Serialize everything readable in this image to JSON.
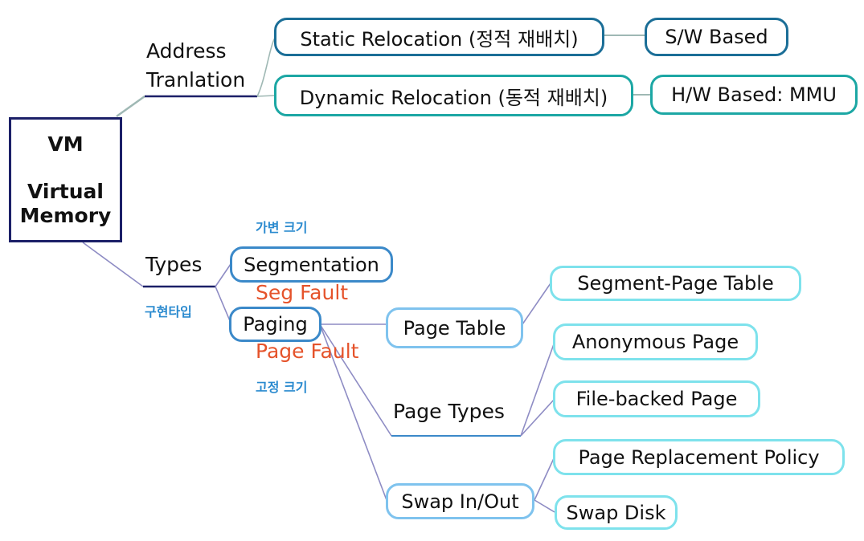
{
  "root": {
    "line1": "VM",
    "line2": "Virtual",
    "line3": "Memory"
  },
  "branches": {
    "address": {
      "line1": "Address",
      "line2": "Tranlation"
    },
    "types": "Types"
  },
  "nodes": {
    "static_relocation": "Static Relocation (정적 재배치)",
    "sw_based": "S/W Based",
    "dynamic_relocation": "Dynamic Relocation (동적 재배치)",
    "hw_based": "H/W Based: MMU",
    "segmentation": "Segmentation",
    "paging": "Paging",
    "page_table": "Page Table",
    "segment_page_table": "Segment-Page Table",
    "page_types": "Page Types",
    "anonymous_page": "Anonymous Page",
    "file_backed_page": "File-backed Page",
    "swap_in_out": "Swap In/Out",
    "page_replacement_policy": "Page Replacement Policy",
    "swap_disk": "Swap Disk"
  },
  "notes": {
    "variable_size": "가변 크기",
    "implementation_type": "구현타입",
    "fixed_size": "고정 크기",
    "seg_fault": "Seg Fault",
    "page_fault": "Page Fault"
  },
  "colors": {
    "root_border": "#1C2068",
    "connector_upper": "#9FB8B4",
    "connector_lower": "#8E8CC4",
    "node_dark_teal": "#1B6E97",
    "node_teal": "#1CA7A4",
    "node_blue": "#3B89C9",
    "node_light_blue": "#7FC3EE",
    "node_cyan": "#7EE2EC",
    "fault_text": "#E5532B",
    "tag_text": "#2A8ACF"
  }
}
